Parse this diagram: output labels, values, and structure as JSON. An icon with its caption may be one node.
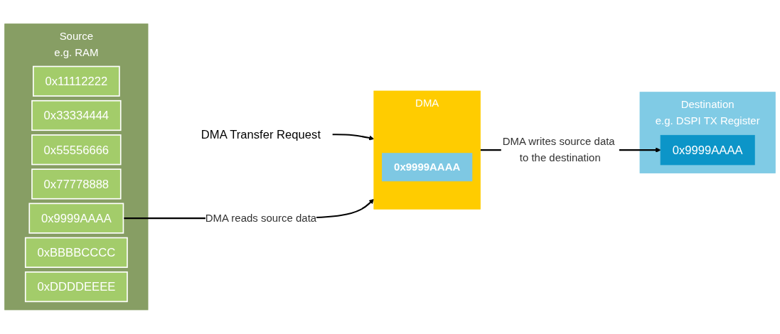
{
  "diagram": {
    "nodes": [
      {
        "text": [
          "Source",
          "e.g. RAM"
        ]
      },
      {
        "text": [
          "0x11112222"
        ],
        "in": 0
      },
      {
        "text": [
          "0x33334444"
        ],
        "in": 0
      },
      {
        "text": [
          "0x55556666"
        ],
        "in": 0
      },
      {
        "text": [
          "0x77778888"
        ],
        "in": 0
      },
      {
        "text": [
          "0x9999AAAA"
        ],
        "in": 0
      },
      {
        "text": [
          "0xBBBBCCCC"
        ],
        "in": 0
      },
      {
        "text": [
          "0xDDDDEEEE"
        ],
        "in": 0
      },
      {
        "text": [
          "DMA Transfer Request"
        ]
      },
      {
        "text": [
          "DMA"
        ]
      },
      {
        "text": [
          "0x9999AAAA"
        ],
        "in": 9
      },
      {
        "text": [
          "Destination",
          "e.g. DSPI TX Register"
        ]
      },
      {
        "text": [
          "0x9999AAAA"
        ],
        "in": 11
      }
    ],
    "edges": [
      {
        "from": 8,
        "to": 9,
        "arrow": "to"
      },
      {
        "from": 5,
        "to": 9,
        "arrow": "to",
        "label": "DMA reads source data"
      },
      {
        "from": 9,
        "to": 12,
        "arrow": "to",
        "label": "DMA writes source data to the destination"
      }
    ]
  }
}
